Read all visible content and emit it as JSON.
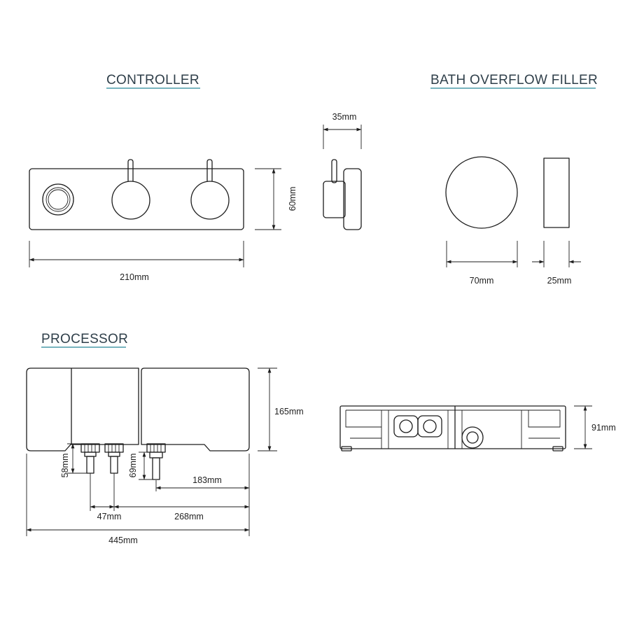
{
  "headings": {
    "controller": "CONTROLLER",
    "bath_overflow_filler": "BATH OVERFLOW FILLER",
    "processor": "PROCESSOR"
  },
  "dimensions": {
    "controller_width": "210mm",
    "controller_height": "60mm",
    "controller_depth": "35mm",
    "filler_diameter": "70mm",
    "filler_depth": "25mm",
    "processor_height": "165mm",
    "processor_width": "445mm",
    "outlet_depth_a": "58mm",
    "outlet_depth_b": "69mm",
    "outlet_spacing": "47mm",
    "outlet_to_end": "268mm",
    "inlet_to_end": "183mm",
    "processor_depth": "91mm"
  },
  "colors": {
    "heading_text": "#2f3f4a",
    "heading_underline": "#4a9ca8",
    "line": "#1d1d1d"
  }
}
